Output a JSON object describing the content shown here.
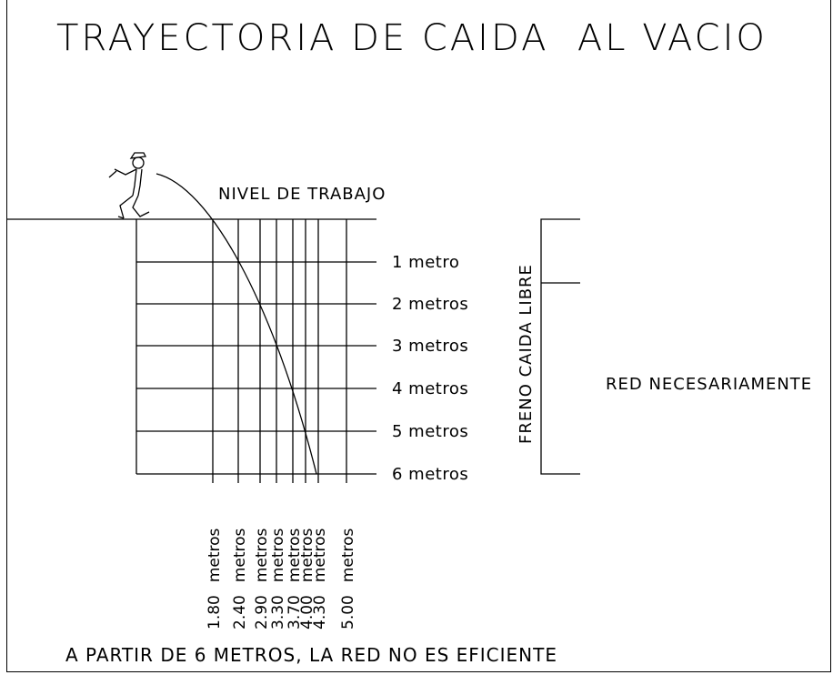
{
  "title": "TRAYECTORIA DE CAIDA  AL VACIO",
  "work_level_label": "NIVEL DE TRABAJO",
  "levels": [
    "1 metro",
    "2 metros",
    "3 metros",
    "4 metros",
    "5 metros",
    "6 metros"
  ],
  "distances": [
    {
      "value": "1.80",
      "unit": "metros"
    },
    {
      "value": "2.40",
      "unit": "metros"
    },
    {
      "value": "2.90",
      "unit": "metros"
    },
    {
      "value": "3.30",
      "unit": "metros"
    },
    {
      "value": "3.70",
      "unit": "metros"
    },
    {
      "value": "4.00",
      "unit": "metros"
    },
    {
      "value": "4.30",
      "unit": "metros"
    },
    {
      "value": "5.00",
      "unit": "metros"
    }
  ],
  "bracket_label": "FRENO CAIDA LIBRE",
  "net_label": "RED NECESARIAMENTE",
  "footer": "A PARTIR DE 6 METROS, LA RED NO ES EFICIENTE",
  "colors": {
    "line": "#000000",
    "background": "#ffffff"
  }
}
